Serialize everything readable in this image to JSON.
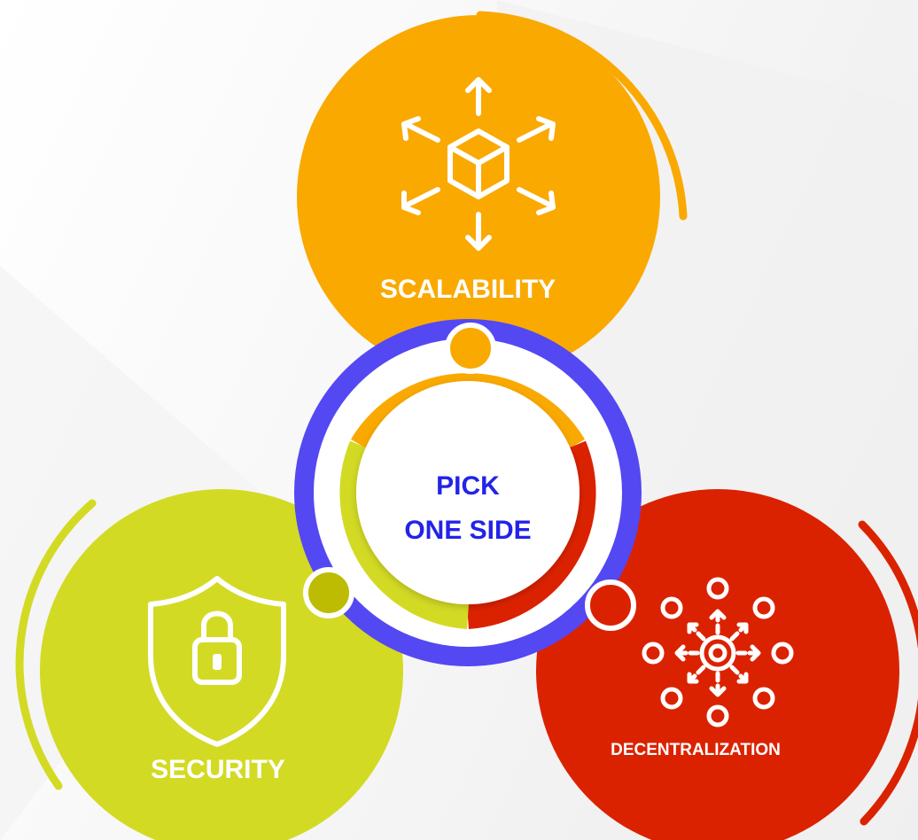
{
  "center": {
    "line1": "PICK",
    "line2": "ONE SIDE"
  },
  "scalability": {
    "label": "SCALABILITY",
    "color": "#FAA901",
    "icon": "expanding-cube-icon"
  },
  "security": {
    "label": "SECURITY",
    "color": "#D3DA24",
    "icon": "shield-lock-icon"
  },
  "decentralization": {
    "label": "DECENTRALIZATION",
    "color": "#DB2200",
    "icon": "decentralized-network-icon"
  },
  "colors": {
    "ring": "#5348F2",
    "center_text": "#2323E8",
    "connector_security": "#BDBC02",
    "label_text": "#FFFFFF"
  }
}
